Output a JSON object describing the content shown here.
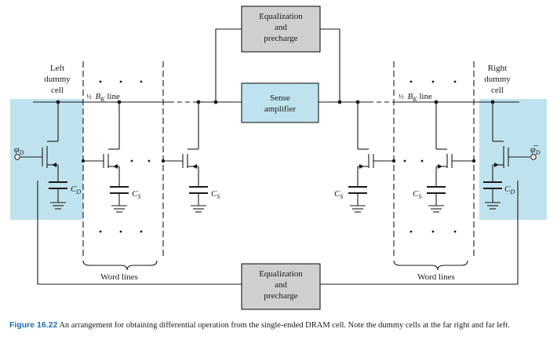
{
  "diagram": {
    "blocks": {
      "equalization_top": [
        "Equalization",
        "and",
        "precharge"
      ],
      "sense_amplifier": [
        "Sense",
        "amplifier"
      ],
      "equalization_bottom": [
        "Equalization",
        "and",
        "precharge"
      ]
    },
    "left_dummy": {
      "lines": [
        "Left",
        "dummy",
        "cell"
      ],
      "phi": "φ",
      "phi_sub": "D",
      "cap": "C",
      "cap_sub": "D"
    },
    "right_dummy": {
      "lines": [
        "Right",
        "dummy",
        "cell"
      ],
      "phi": "φ̅",
      "phi_sub": "D",
      "cap": "C",
      "cap_sub": "D"
    },
    "bitline": {
      "half": "½",
      "name": "B",
      "sub": "K",
      "suffix": " line"
    },
    "storage_cap": {
      "name": "C",
      "sub": "S"
    },
    "word_lines_left": "Word lines",
    "word_lines_right": "Word lines"
  },
  "caption": {
    "label": "Figure 16.22",
    "text": "An arrangement for obtaining differential operation from the single-ended DRAM cell. Note the dummy cells at the far right and far left."
  },
  "colors": {
    "dummy_shade": "#bfe3ee",
    "sense_amp": "#bfe3ee",
    "eq_block": "#cfcfcf",
    "caption_label": "#1f6fb2"
  }
}
